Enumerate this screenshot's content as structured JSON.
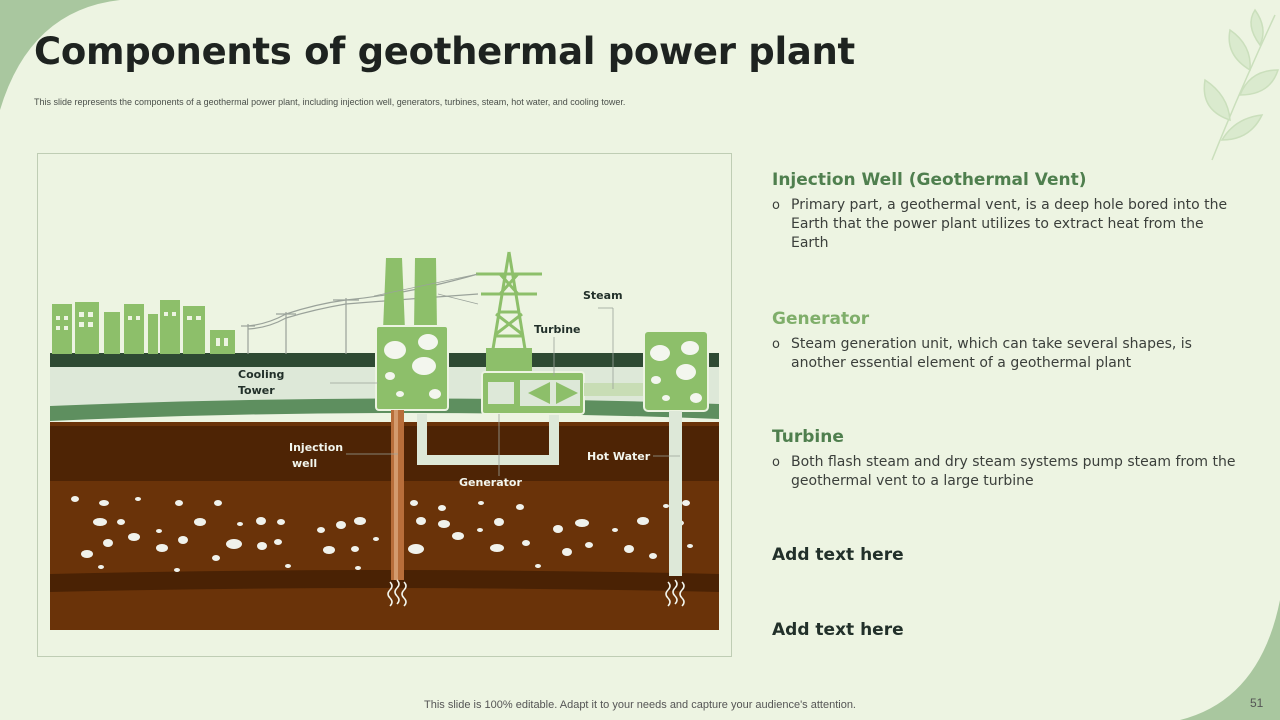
{
  "title": "Components of geothermal power plant",
  "subtitle": "This slide represents the components of a geothermal power plant, including injection well, generators, turbines, steam, hot water, and cooling tower.",
  "diagram": {
    "labels": {
      "cooling_tower_1": "Cooling",
      "cooling_tower_2": "Tower",
      "injection_well_1": "Injection",
      "injection_well_2": "well",
      "generator": "Generator",
      "turbine": "Turbine",
      "steam": "Steam",
      "hot_water": "Hot Water"
    }
  },
  "sections": [
    {
      "title": "Injection Well (Geothermal Vent)",
      "body": "Primary part,  a geothermal vent, is a deep hole bored into the Earth that the power plant utilizes to extract heat from the Earth"
    },
    {
      "title": "Generator",
      "body": "Steam generation unit, which can take several shapes, is another essential element of a geothermal plant"
    },
    {
      "title": "Turbine",
      "body": "Both flash steam and dry steam systems pump steam from the geothermal vent to a large turbine"
    }
  ],
  "add_text": [
    "Add text here",
    "Add text here"
  ],
  "footer": "This slide is 100% editable. Adapt it to your needs and capture your audience's attention.",
  "page_number": "51",
  "colors": {
    "accent_dark": "#4F7F4E",
    "accent_light": "#7FAE6A",
    "soil": "#5E2C07",
    "ground_line": "#2E4A33"
  }
}
